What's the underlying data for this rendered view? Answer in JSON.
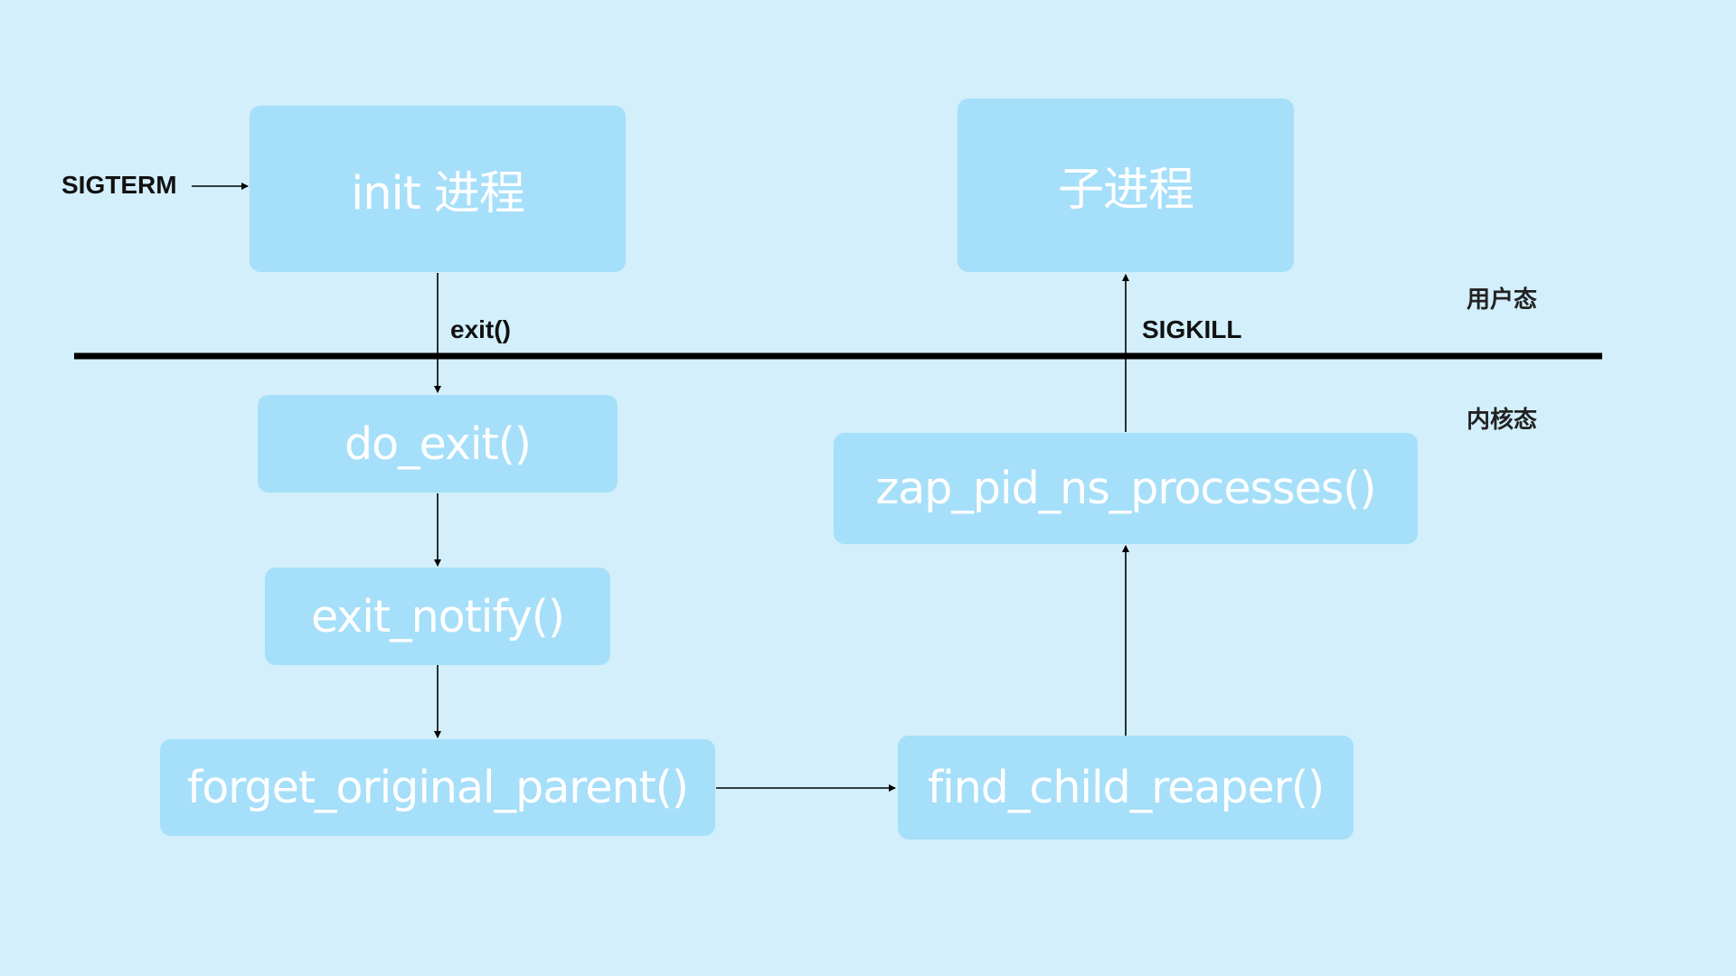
{
  "diagram": {
    "nodes": {
      "init": "init 进程",
      "child": "子进程",
      "do_exit": "do_exit()",
      "exit_notify": "exit_notify()",
      "forget_original_parent": "forget_original_parent()",
      "find_child_reaper": "find_child_reaper()",
      "zap_pid_ns_processes": "zap_pid_ns_processes()"
    },
    "labels": {
      "sigterm": "SIGTERM",
      "exit_call": "exit()",
      "sigkill": "SIGKILL",
      "user_space": "用户态",
      "kernel_space": "内核态"
    },
    "colors": {
      "background": "#d3effb",
      "node_fill": "#a6dff9",
      "node_text": "#ffffff",
      "line": "#000000"
    }
  }
}
